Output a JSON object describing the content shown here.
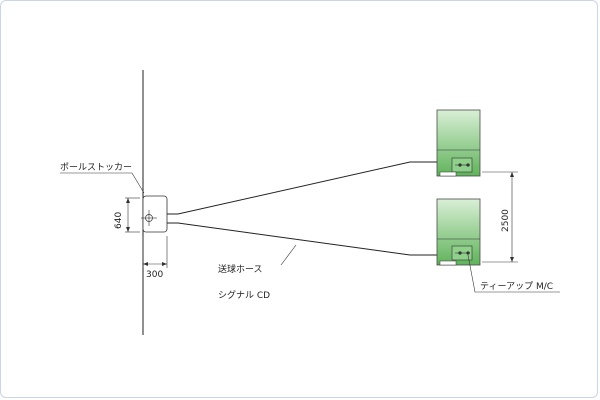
{
  "labels": {
    "pole_stocker": "ポールストッカー",
    "hose": "送球ホース",
    "signal": "シグナル CD",
    "teeup": "ティーアップ M/C"
  },
  "dimensions": {
    "height_640": "640",
    "width_300": "300",
    "spacing_2500": "2500"
  },
  "colors": {
    "machine_fill_top": "#d9efd6",
    "machine_fill_bottom": "#5fb35a",
    "machine_stroke": "#4a4a4a",
    "frame_border": "#c9d6e6"
  }
}
